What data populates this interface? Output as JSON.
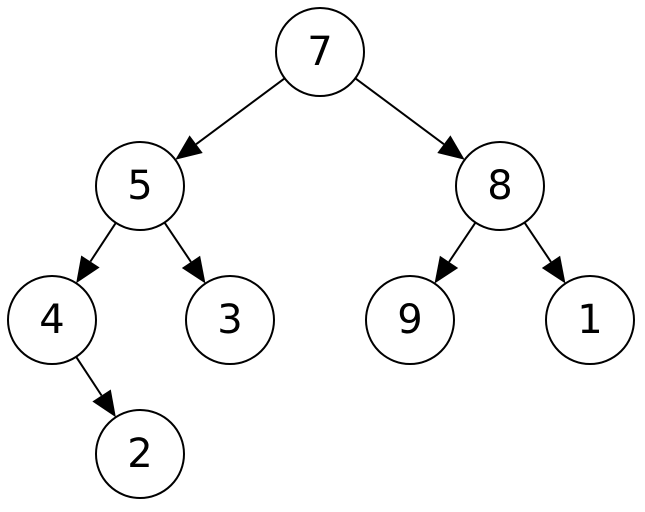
{
  "diagram": {
    "type": "tree",
    "nodes": [
      {
        "id": "n7",
        "label": "7"
      },
      {
        "id": "n5",
        "label": "5"
      },
      {
        "id": "n8",
        "label": "8"
      },
      {
        "id": "n4",
        "label": "4"
      },
      {
        "id": "n3",
        "label": "3"
      },
      {
        "id": "n9",
        "label": "9"
      },
      {
        "id": "n1",
        "label": "1"
      },
      {
        "id": "n2",
        "label": "2"
      }
    ],
    "edges": [
      {
        "from": "n7",
        "to": "n5"
      },
      {
        "from": "n7",
        "to": "n8"
      },
      {
        "from": "n5",
        "to": "n4"
      },
      {
        "from": "n5",
        "to": "n3"
      },
      {
        "from": "n8",
        "to": "n9"
      },
      {
        "from": "n8",
        "to": "n1"
      },
      {
        "from": "n4",
        "to": "n2"
      }
    ]
  }
}
